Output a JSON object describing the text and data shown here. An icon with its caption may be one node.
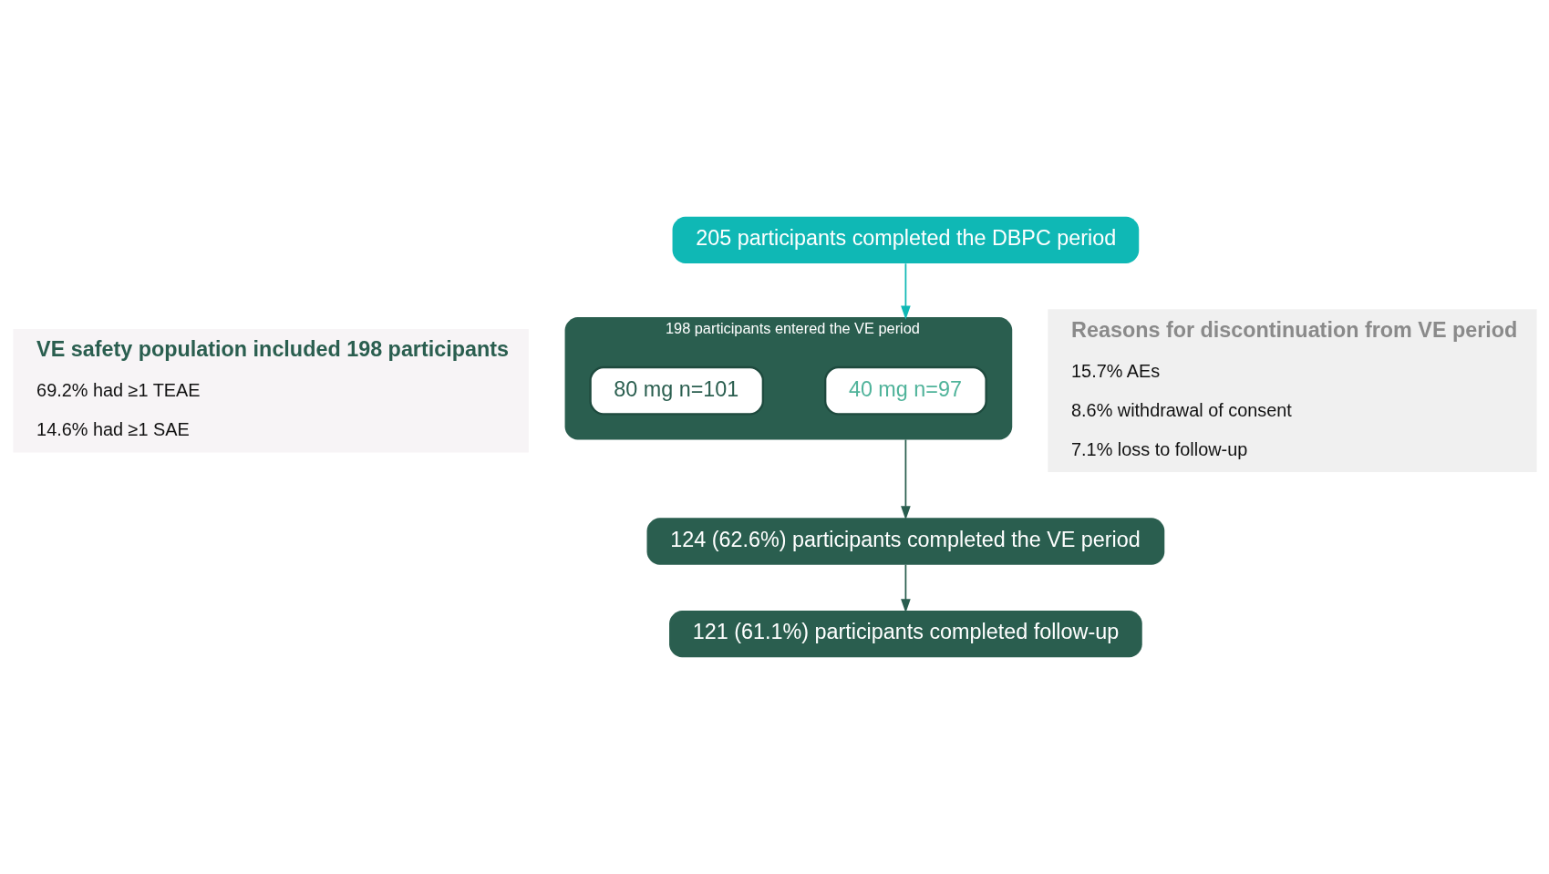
{
  "diagram": {
    "nodes": [
      {
        "text": [
          "205 participants completed the DBPC period"
        ]
      },
      {
        "text": [
          "VE safety population included 198 participants",
          "69.2% had ≥1 TEAE",
          "14.6% had ≥1 SAE"
        ]
      },
      {
        "text": [
          "198 participants entered the VE period"
        ]
      },
      {
        "text": [
          "40 mg n=97"
        ],
        "in": 2
      },
      {
        "text": [
          "80 mg n=101"
        ],
        "in": 2
      },
      {
        "text": [
          "Reasons for discontinuation from VE period",
          "15.7% AEs",
          "8.6% withdrawal of consent",
          "7.1% loss to follow-up"
        ]
      },
      {
        "text": [
          "124 (62.6%) participants completed the VE period"
        ]
      },
      {
        "text": [
          "121 (61.1%) participants completed follow-up"
        ]
      }
    ],
    "edges": [
      {
        "from": 0,
        "to": 2,
        "arrow": "to",
        "color": "#0fb8b5"
      },
      {
        "from": 2,
        "to": 6,
        "arrow": "to"
      },
      {
        "from": 6,
        "to": 7,
        "arrow": "to"
      }
    ]
  }
}
